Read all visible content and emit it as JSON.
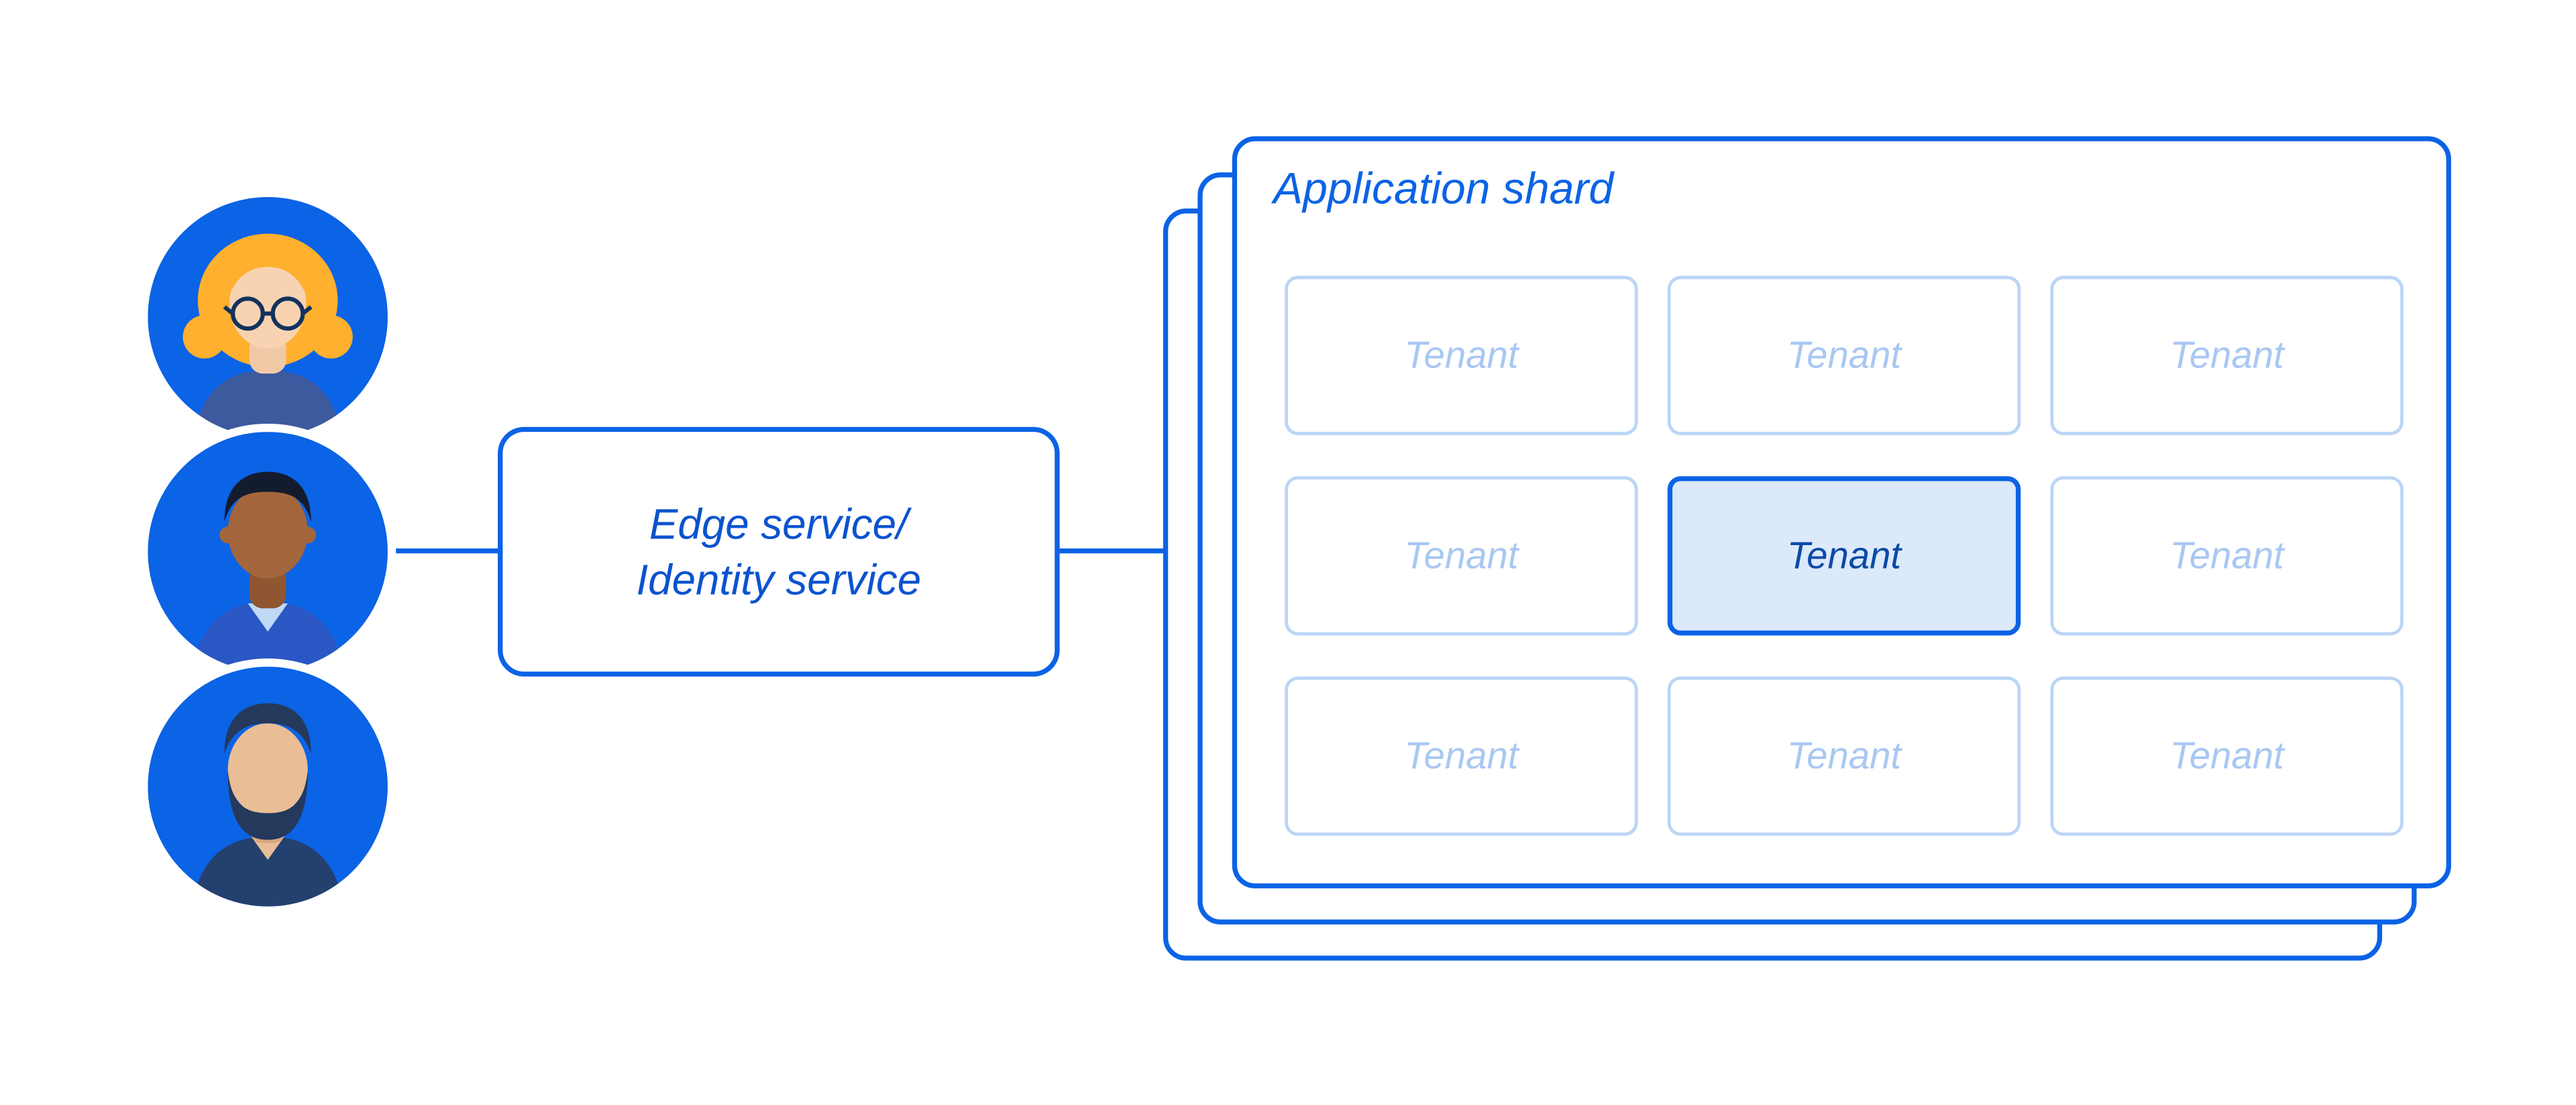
{
  "diagram": {
    "users": [
      {
        "icon": "female-user-avatar"
      },
      {
        "icon": "male-user-avatar"
      },
      {
        "icon": "bearded-male-user-avatar"
      }
    ],
    "edge_service": {
      "label_line1": "Edge service/",
      "label_line2": "Identity service"
    },
    "application_shard": {
      "title": "Application shard",
      "stack_count": 3,
      "tenants": [
        {
          "label": "Tenant",
          "highlighted": false
        },
        {
          "label": "Tenant",
          "highlighted": false
        },
        {
          "label": "Tenant",
          "highlighted": false
        },
        {
          "label": "Tenant",
          "highlighted": false
        },
        {
          "label": "Tenant",
          "highlighted": true
        },
        {
          "label": "Tenant",
          "highlighted": false
        },
        {
          "label": "Tenant",
          "highlighted": false
        },
        {
          "label": "Tenant",
          "highlighted": false
        },
        {
          "label": "Tenant",
          "highlighted": false
        }
      ]
    },
    "colors": {
      "primary_blue": "#0b63e5",
      "text_blue": "#0b53cf",
      "light_border": "#bbd5f6",
      "light_text": "#a9c7f2",
      "highlight_fill": "#dbe9fb",
      "highlight_border": "#0b63e5",
      "highlight_text": "#0b4aa6"
    }
  }
}
